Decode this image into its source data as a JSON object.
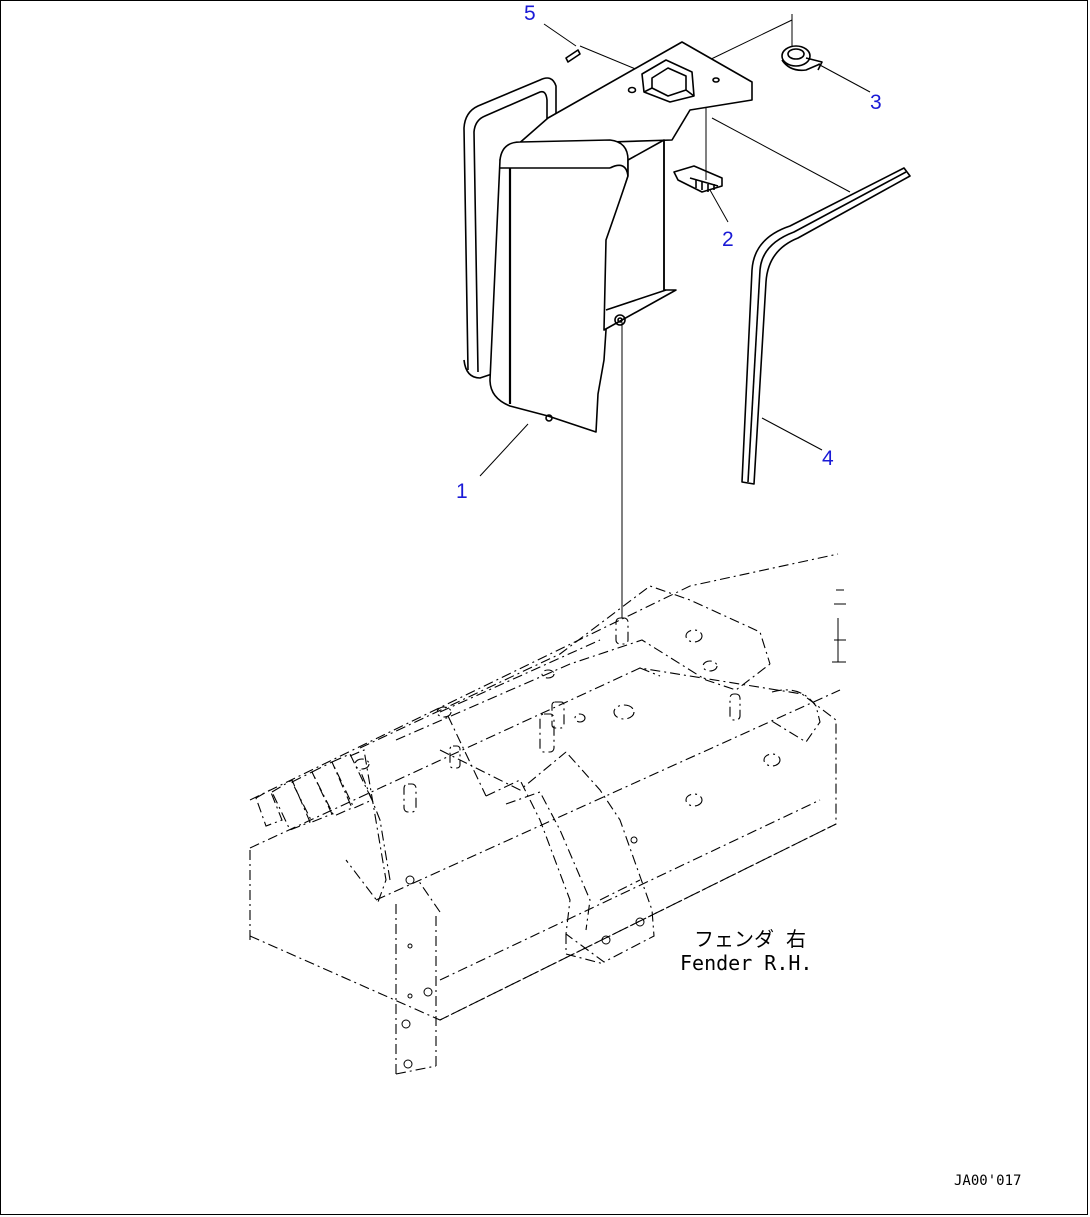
{
  "callouts": [
    {
      "id": "5",
      "label": "5"
    },
    {
      "id": "3",
      "label": "3"
    },
    {
      "id": "2",
      "label": "2"
    },
    {
      "id": "4",
      "label": "4"
    },
    {
      "id": "1",
      "label": "1"
    }
  ],
  "fender_label": {
    "japanese": "フェンダ 右",
    "english": "Fender R.H."
  },
  "drawing_code": "JA00'017",
  "colors": {
    "callout": "#1a1ad6",
    "line": "#000000",
    "background": "#ffffff"
  }
}
